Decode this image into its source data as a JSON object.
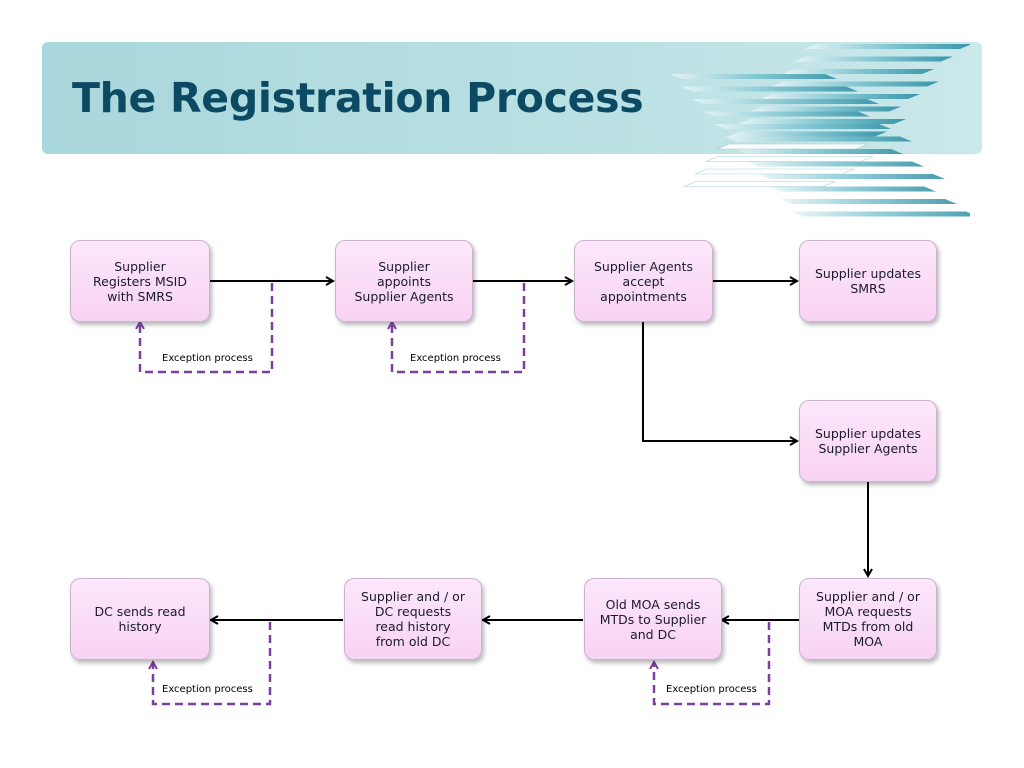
{
  "slide": {
    "title": "The Registration Process"
  },
  "boxes": {
    "supplier_registers": "Supplier\nRegisters MSID\nwith SMRS",
    "supplier_appoints": "Supplier\nappoints\nSupplier Agents",
    "agents_accept": "Supplier Agents\naccept\nappointments",
    "supplier_updates_smrs": "Supplier updates\nSMRS",
    "supplier_updates_agents": "Supplier updates\nSupplier Agents",
    "moa_requests": "Supplier and / or\nMOA requests\nMTDs from old\nMOA",
    "old_moa_sends": "Old MOA sends\nMTDs to Supplier\nand DC",
    "dc_requests": "Supplier and / or\nDC requests\nread history\nfrom old DC",
    "dc_sends": "DC sends read\nhistory"
  },
  "exceptions": {
    "label_1": "Exception process",
    "label_2": "Exception process",
    "label_3": "Exception process",
    "label_4": "Exception process"
  },
  "colors": {
    "banner": "#b5dde1",
    "title": "#0c4a63",
    "box_fill": "#fbdff8",
    "arrow": "#000000",
    "exception_dash": "#7b3fa0"
  }
}
